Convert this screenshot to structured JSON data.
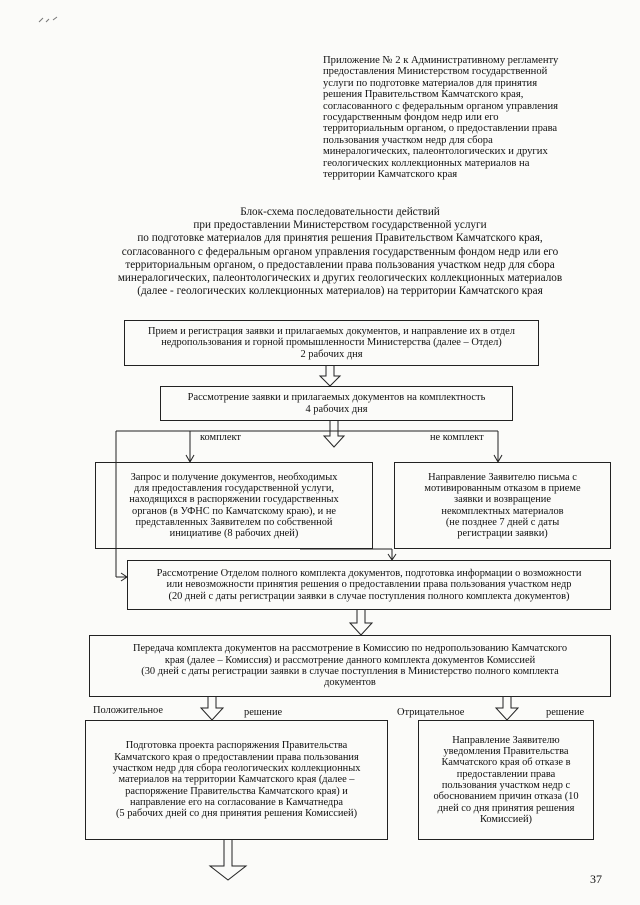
{
  "appendix": {
    "lines": [
      "Приложение № 2 к Административному регламенту",
      "предоставления Министерством государственной",
      "услуги по подготовке материалов для принятия",
      "решения Правительством Камчатского края,",
      "согласованного с федеральным органом управления",
      "государственным фондом недр или его",
      "территориальным органом, о предоставлении права",
      "пользования участком недр для сбора",
      "минералогических, палеонтологических и других",
      "геологических коллекционных материалов на",
      "территории Камчатского края"
    ]
  },
  "title": {
    "lines": [
      "Блок-схема последовательности действий",
      "при предоставлении Министерством государственной услуги",
      "по подготовке материалов для принятия решения Правительством Камчатского края,",
      "согласованного с федеральным органом управления государственным фондом недр или его",
      "территориальным органом, о предоставлении права пользования участком недр для сбора",
      "минералогических, палеонтологических и других геологических коллекционных материалов",
      "(далее - геологических коллекционных материалов) на территории Камчатского края"
    ]
  },
  "flow": {
    "step1": [
      "Прием и регистрация заявки и прилагаемых документов, и направление их в отдел",
      "недропользования и горной промышленности Министерства (далее – Отдел)",
      "2 рабочих дня"
    ],
    "step2": [
      "Рассмотрение заявки и прилагаемых документов на комплектность",
      "4 рабочих дня"
    ],
    "branch_complete": "комплект",
    "branch_incomplete": "не комплект",
    "step3a": [
      "Запрос и получение документов, необходимых",
      "для предоставления государственной услуги,",
      "находящихся в распоряжении государственных",
      "органов (в УФНС по Камчатскому краю), и не",
      "представленных Заявителем по собственной",
      "инициативе (8 рабочих дней)"
    ],
    "step3b": [
      "Направление Заявителю письма с",
      "мотивированным отказом в приеме",
      "заявки и возвращение",
      "некомплектных материалов",
      "(не позднее 7 дней с даты",
      "регистрации заявки)"
    ],
    "step4": [
      "Рассмотрение Отделом полного комплекта документов, подготовка информации о возможности",
      "или невозможности принятия решения о предоставлении права пользования участком недр",
      "(20 дней с даты регистрации заявки в случае поступления полного комплекта документов)"
    ],
    "step5": [
      "Передача комплекта документов на рассмотрение в Комиссию по недропользованию Камчатского",
      "края (далее – Комиссия) и рассмотрение данного комплекта документов Комиссией",
      "(30 дней с даты регистрации заявки в случае поступления в Министерство полного комплекта",
      "документов"
    ],
    "positive_a": "Положительное",
    "positive_b": "решение",
    "negative_a": "Отрицательное",
    "negative_b": "решение",
    "step6a": [
      "Подготовка проекта распоряжения Правительства",
      "Камчатского края о предоставлении права пользования",
      "участком недр для сбора геологических коллекционных",
      "материалов на территории Камчатского края (далее –",
      "распоряжение Правительства Камчатского края) и",
      "направление его на согласование в Камчатнедра",
      "(5 рабочих дней со дня принятия решения Комиссией)"
    ],
    "step6b": [
      "Направление Заявителю",
      "уведомления Правительства",
      "Камчатского края об отказе в",
      "предоставлении права",
      "пользования участком недр с",
      "обоснованием причин отказа (10",
      "дней со дня принятия решения",
      "Комиссией)"
    ]
  },
  "page_number": "37"
}
